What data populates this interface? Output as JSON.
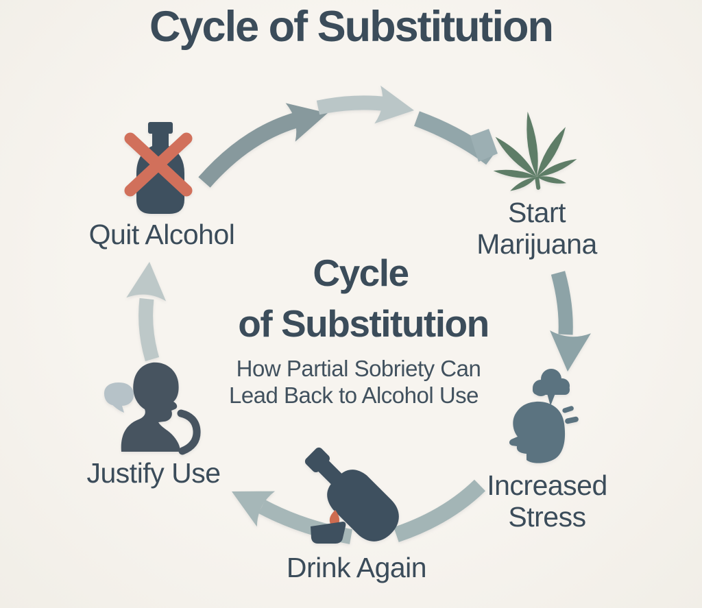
{
  "title": "Cycle of Substitution",
  "center": {
    "heading_line1": "Cycle",
    "heading_line2": "of Substitution",
    "subheading_line1": "How Partial Sobriety Can",
    "subheading_line2": "Lead Back to Alcohol Use"
  },
  "stages": [
    {
      "id": "quit-alcohol",
      "label": "Quit Alcohol",
      "icon": "crossed-out-bottle-icon"
    },
    {
      "id": "start-marijuana",
      "label": "Start",
      "label_line2": "Marijuana",
      "icon": "marijuana-leaf-icon"
    },
    {
      "id": "increased-stress",
      "label": "Increased",
      "label_line2": "Stress",
      "icon": "stressed-head-icon"
    },
    {
      "id": "drink-again",
      "label": "Drink Again",
      "icon": "pouring-bottle-icon"
    },
    {
      "id": "justify-use",
      "label": "Justify Use",
      "icon": "talking-person-icon"
    }
  ],
  "colors": {
    "background": "#f5f2ec",
    "text": "#3b4c5a",
    "icon_slate": "#3e505f",
    "person_slate": "#475460",
    "head_slate": "#5b7380",
    "cross_red": "#d1705b",
    "drop_red": "#ce6c50",
    "leaf_green": "#5e7d67",
    "bubble_gray": "#b6c2c8",
    "arrow_dark": "#87999d",
    "arrow_medium": "#92a6aa",
    "arrow_soft": "#a4b6b7",
    "arrow_light": "#bcc8c8"
  }
}
